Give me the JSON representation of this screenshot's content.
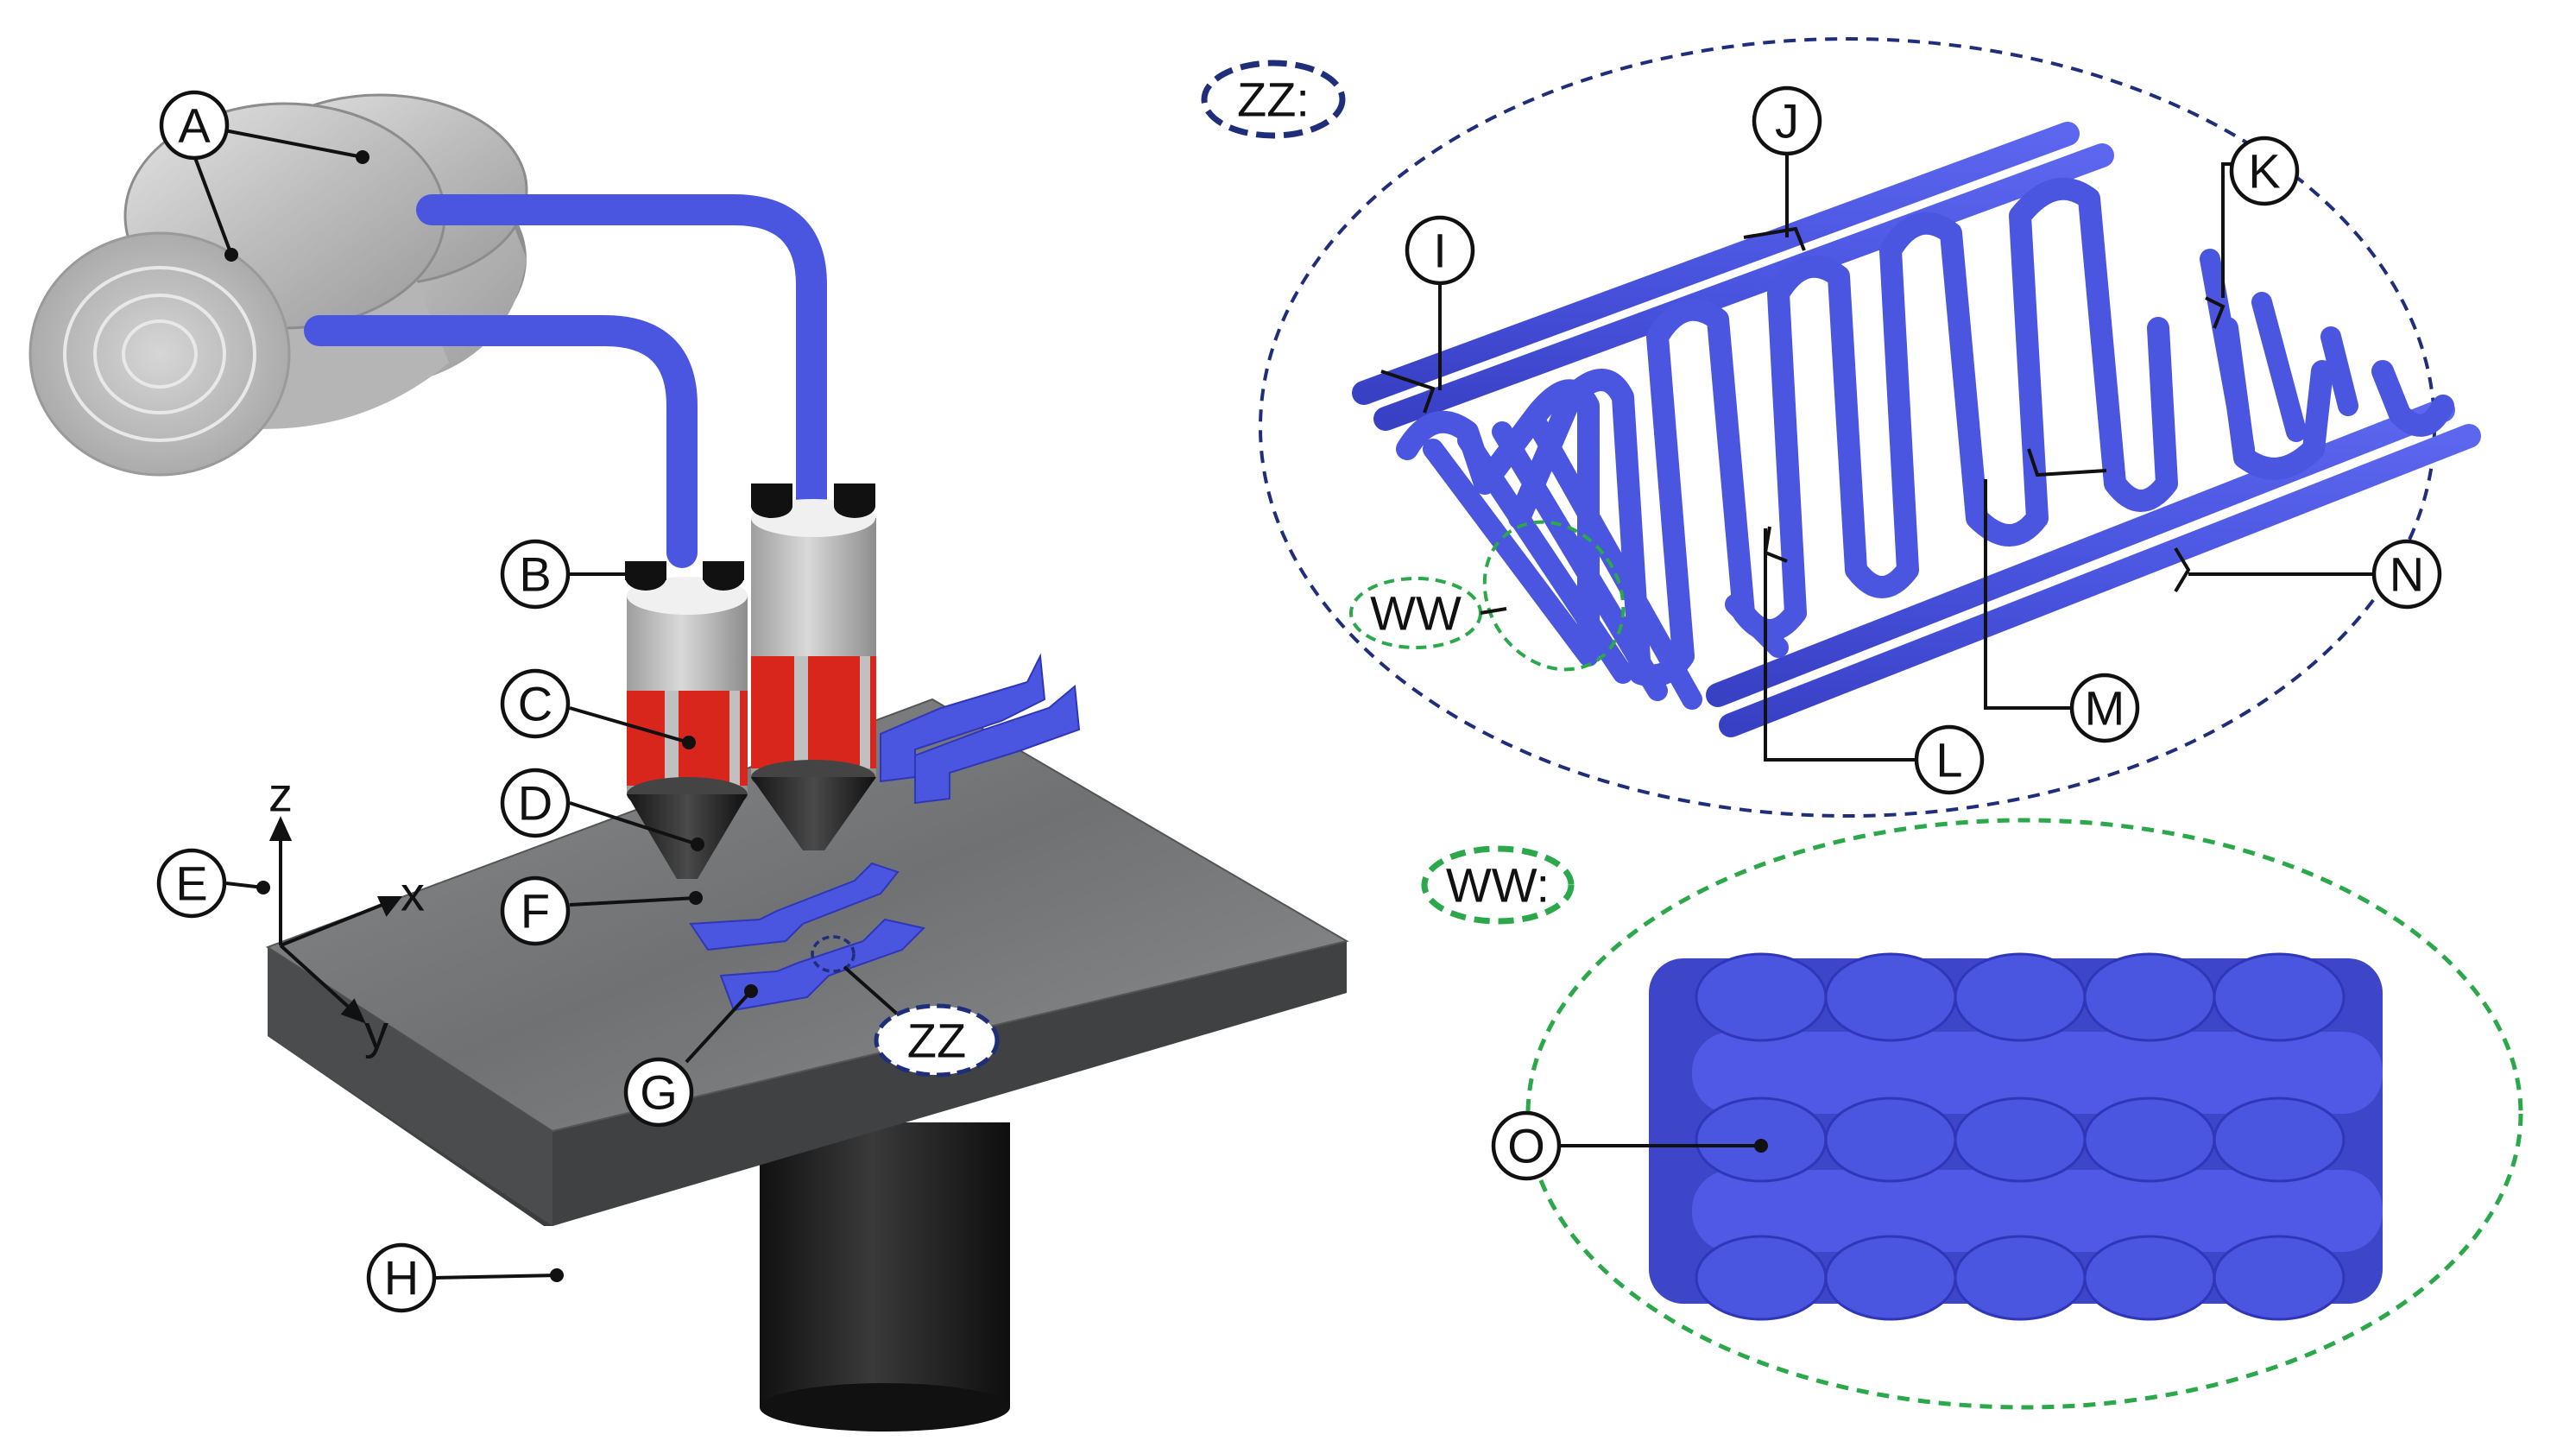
{
  "figure": {
    "callouts": {
      "A": "A",
      "B": "B",
      "C": "C",
      "D": "D",
      "E": "E",
      "F": "F",
      "G": "G",
      "H": "H",
      "I": "I",
      "J": "J",
      "K": "K",
      "L": "L",
      "M": "M",
      "N": "N",
      "O": "O"
    },
    "axes": {
      "x": "x",
      "y": "y",
      "z": "z"
    },
    "insets": {
      "zz_label": "ZZ",
      "zz_title": "ZZ:",
      "ww_label": "WW",
      "ww_title": "WW:"
    },
    "colors": {
      "filament": "#4a55e0",
      "filament_dark": "#2f37b8",
      "zz_outline": "#1f2e7a",
      "ww_outline": "#2aa84a",
      "nozzle_band": "#d8261c",
      "build_plate": "#6a6c6e"
    }
  }
}
